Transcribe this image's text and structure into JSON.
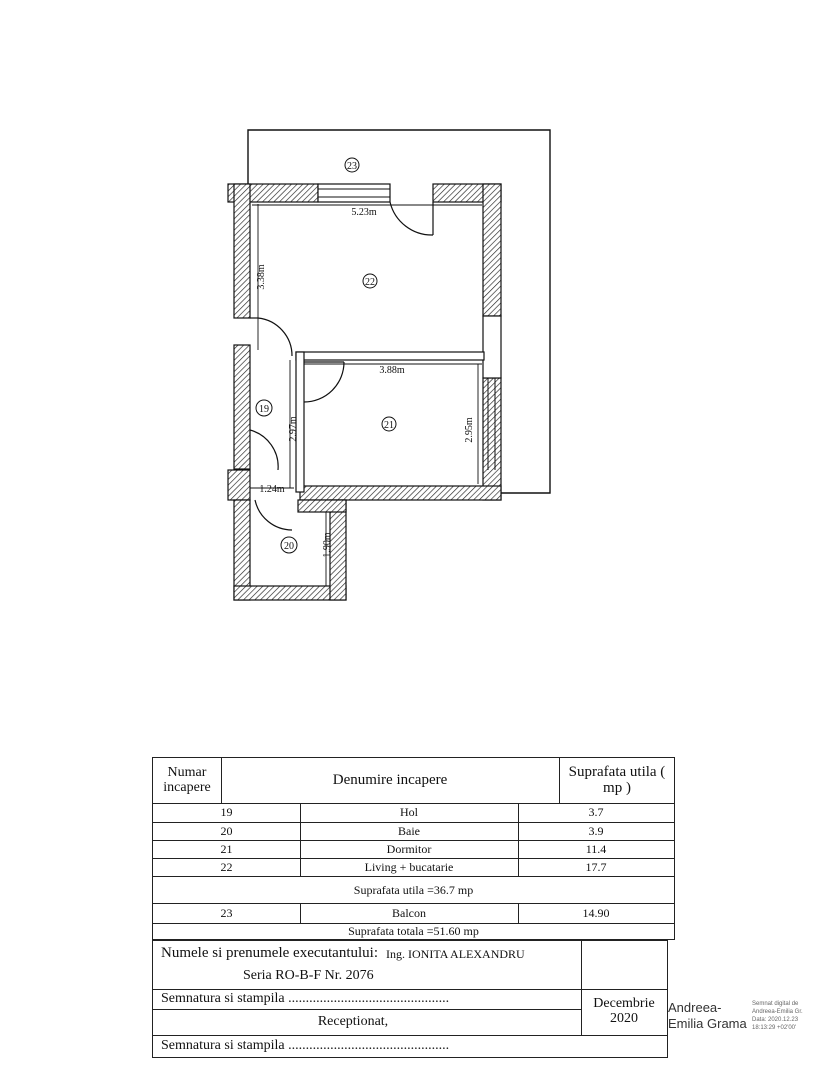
{
  "plan": {
    "rooms": {
      "r19": "19",
      "r20": "20",
      "r21": "21",
      "r22": "22",
      "r23": "23"
    },
    "dimensions": {
      "d523": "5.23m",
      "d338": "3.38m",
      "d388": "3.88m",
      "d297": "2.97m",
      "d295": "2.95m",
      "d124": "1.24m",
      "d190": "1.90m"
    }
  },
  "table": {
    "header": {
      "num": "Numar incapere",
      "name": "Denumire incapere",
      "area": "Suprafata utila ( mp )"
    },
    "rows": [
      {
        "num": "19",
        "name": "Hol",
        "area": "3.7"
      },
      {
        "num": "20",
        "name": "Baie",
        "area": "3.9"
      },
      {
        "num": "21",
        "name": "Dormitor",
        "area": "11.4"
      },
      {
        "num": "22",
        "name": "Living + bucatarie",
        "area": "17.7"
      }
    ],
    "subtotal": "Suprafata utila =36.7 mp",
    "balcony": {
      "num": "23",
      "name": "Balcon",
      "area": "14.90"
    },
    "total": "Suprafata totala =51.60 mp",
    "executor_label": "Numele si prenumele executantului:",
    "executor_name": "Ing. IONITA ALEXANDRU",
    "series": "Seria RO-B-F Nr. 2076",
    "signature_line_1": "Semnatura si stampila ..............................................",
    "date": "Decembrie 2020",
    "received": "Receptionat,",
    "signature_line_2": "Semnatura si stampila ..............................................",
    "digital_signer": "Andreea-Emilia Grama",
    "digital_note": "Semnat digital de Andreea-Emilia Gr. Data: 2020.12.23 18:13:29 +02'00'"
  }
}
